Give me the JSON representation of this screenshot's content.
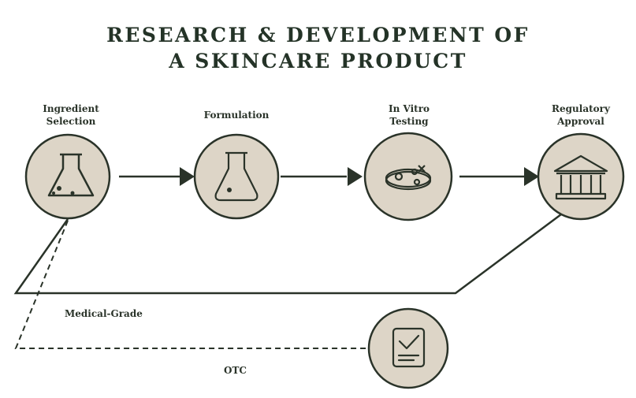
{
  "title": {
    "line1": "RESEARCH & DEVELOPMENT OF",
    "line2": "A SKINCARE PRODUCT"
  },
  "steps": [
    {
      "label_lines": [
        "Ingredient",
        "Selection"
      ],
      "icon": "flask-with-dots-icon"
    },
    {
      "label_lines": [
        "Formulation"
      ],
      "icon": "flask-icon"
    },
    {
      "label_lines": [
        "In Vitro",
        "Testing"
      ],
      "icon": "petri-dish-icon"
    },
    {
      "label_lines": [
        "Regulatory",
        "Approval"
      ],
      "icon": "government-building-icon"
    }
  ],
  "outcome_node": {
    "icon": "checklist-document-icon"
  },
  "paths": {
    "medical_grade": {
      "label": "Medical-Grade",
      "style": "solid"
    },
    "otc": {
      "label": "OTC",
      "style": "dashed"
    }
  },
  "colors": {
    "node_fill": "#ddd5c7",
    "stroke": "#2a3329",
    "title": "#243327"
  }
}
